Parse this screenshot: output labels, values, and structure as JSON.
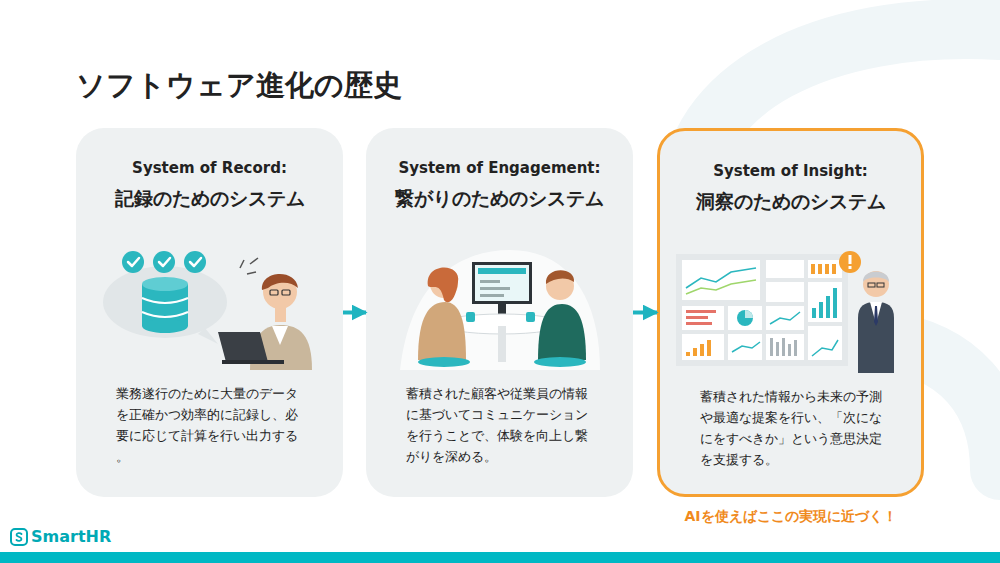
{
  "diagram": {
    "title": "ソフトウェア進化の歴史",
    "nodes": [
      {
        "text": [
          "System of Record:",
          "記録のためのシステム",
          "業務遂行のために大量のデータを正確かつ効率的に記録し、必要に応じて計算を行い出力する。"
        ]
      },
      {
        "text": [
          "System of Engagement:",
          "繋がりのためのシステム",
          "蓄積された顧客や従業員の情報に基づいてコミュニケーションを行うことで、体験を向上し繋がりを深める。"
        ]
      },
      {
        "text": [
          "System of Insight:",
          "洞察のためのシステム",
          "蓄積された情報から未来の予測や最適な提案を行い、「次になにをすべきか」という意思決定を支援する。"
        ]
      }
    ],
    "edges": [
      {
        "from": 0,
        "to": 1,
        "arrow": "to"
      },
      {
        "from": 1,
        "to": 2,
        "arrow": "to"
      }
    ],
    "labels": [
      "AIを使えばここの実現に近づく！",
      "SmartHR"
    ]
  }
}
